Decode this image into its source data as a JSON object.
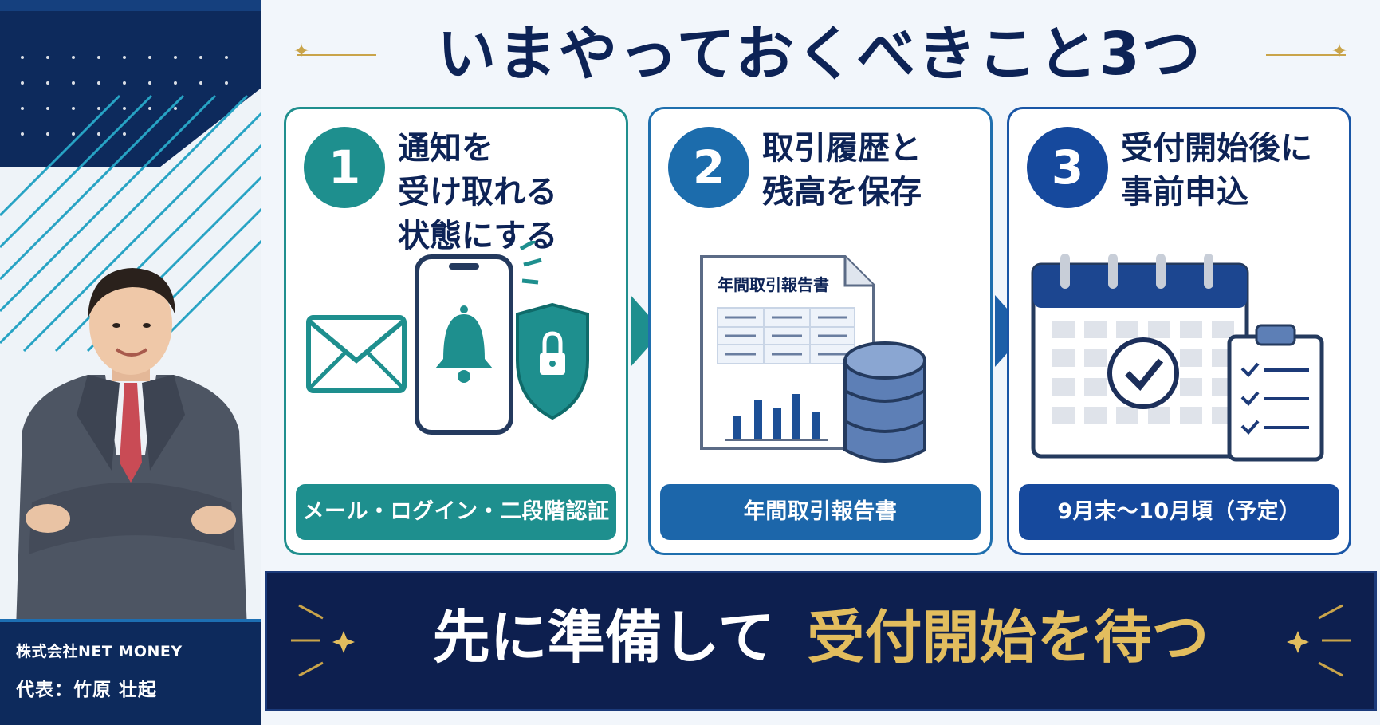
{
  "title": "いまやっておくべきこと3つ",
  "steps": [
    {
      "number": "1",
      "title_lines": [
        "通知を",
        "受け取れる",
        "状態にする"
      ],
      "label": "メール・ログイン・二段階認証",
      "icons": [
        "envelope-icon",
        "smartphone-bell-icon",
        "shield-lock-icon"
      ]
    },
    {
      "number": "2",
      "title_lines": [
        "取引履歴と",
        "残高を保存"
      ],
      "label": "年間取引報告書",
      "doc_title": "年間取引報告書",
      "icons": [
        "report-document-icon",
        "bar-chart-icon",
        "database-icon"
      ]
    },
    {
      "number": "3",
      "title_lines": [
        "受付開始後に",
        "事前申込"
      ],
      "label": "9月末〜10月頃（予定）",
      "icons": [
        "calendar-check-icon",
        "checklist-clipboard-icon"
      ]
    }
  ],
  "banner": {
    "white_text": "先に準備して",
    "gold_text": "受付開始を待つ"
  },
  "profile": {
    "company": "株式会社NET MONEY",
    "representative": "代表：竹原 壮起"
  },
  "colors": {
    "navy": "#0d2356",
    "teal": "#1e8f8e",
    "blue": "#1c66aa",
    "deep_blue": "#16499d",
    "gold": "#e2bd5e"
  }
}
